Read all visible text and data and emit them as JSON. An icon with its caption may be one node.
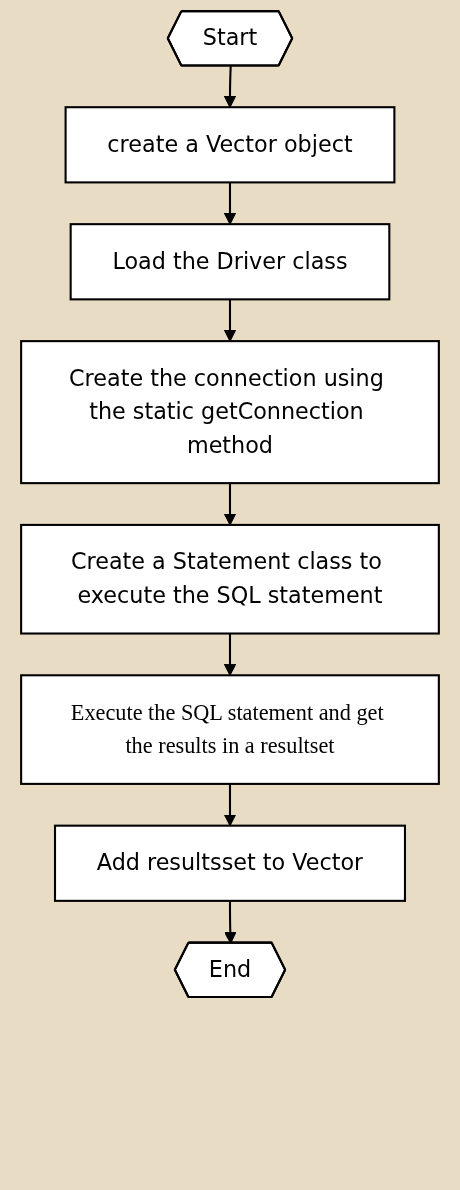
{
  "diagram": {
    "nodes": [
      {
        "text": [
          "Start"
        ]
      },
      {
        "text": [
          "create a Vector object"
        ]
      },
      {
        "text": [
          "Load the Driver class"
        ]
      },
      {
        "text": [
          "Create the connection using the static getConnection method"
        ]
      },
      {
        "text": [
          "Create a Statement class to execute the SQL statement"
        ]
      },
      {
        "text": [
          "Execute the SQL statement and get the results in a resultset"
        ]
      },
      {
        "text": [
          "Add resultsset to Vector"
        ]
      },
      {
        "text": [
          "End"
        ]
      }
    ],
    "edges": [
      {
        "from": 0,
        "to": 1,
        "arrow": "to"
      },
      {
        "from": 1,
        "to": 2,
        "arrow": "to"
      },
      {
        "from": 2,
        "to": 3,
        "arrow": "to"
      },
      {
        "from": 3,
        "to": 4,
        "arrow": "to"
      },
      {
        "from": 4,
        "to": 5,
        "arrow": "to"
      },
      {
        "from": 5,
        "to": 6,
        "arrow": "to"
      },
      {
        "from": 6,
        "to": 7,
        "arrow": "to"
      }
    ]
  }
}
